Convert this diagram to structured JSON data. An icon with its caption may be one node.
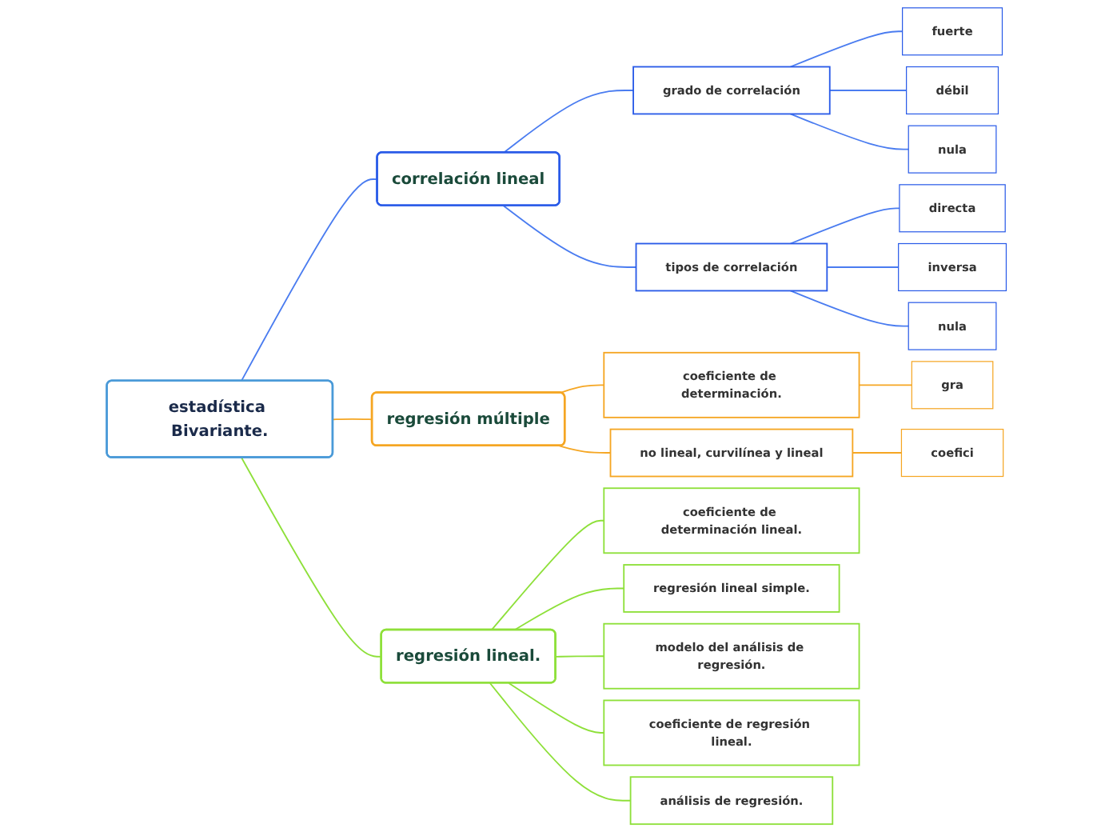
{
  "diagram": {
    "nodes": [
      {
        "text": [
          "estadística Bivariante."
        ]
      },
      {
        "text": [
          "correlación lineal"
        ]
      },
      {
        "text": [
          "grado de correlación"
        ]
      },
      {
        "text": [
          "fuerte"
        ]
      },
      {
        "text": [
          "débil"
        ]
      },
      {
        "text": [
          "nula"
        ]
      },
      {
        "text": [
          "tipos de correlación"
        ]
      },
      {
        "text": [
          "directa"
        ]
      },
      {
        "text": [
          "inversa"
        ]
      },
      {
        "text": [
          "nula"
        ]
      },
      {
        "text": [
          "regresión múltiple"
        ]
      },
      {
        "text": [
          "coeficiente de determinación."
        ]
      },
      {
        "text": [
          "gra"
        ]
      },
      {
        "text": [
          "no lineal, curvilínea y lineal"
        ]
      },
      {
        "text": [
          "coefici"
        ]
      },
      {
        "text": [
          "regresión lineal."
        ]
      },
      {
        "text": [
          "coeficiente de determinación lineal."
        ]
      },
      {
        "text": [
          "regresión lineal simple."
        ]
      },
      {
        "text": [
          "modelo del análisis de regresión."
        ]
      },
      {
        "text": [
          "coeficiente de regresión lineal."
        ]
      },
      {
        "text": [
          "análisis de regresión."
        ]
      }
    ],
    "edges": [
      {
        "from": 0,
        "to": 1,
        "arrow": "none"
      },
      {
        "from": 1,
        "to": 2,
        "arrow": "none"
      },
      {
        "from": 2,
        "to": 3,
        "arrow": "none"
      },
      {
        "from": 2,
        "to": 4,
        "arrow": "none"
      },
      {
        "from": 2,
        "to": 5,
        "arrow": "none"
      },
      {
        "from": 1,
        "to": 6,
        "arrow": "none"
      },
      {
        "from": 6,
        "to": 7,
        "arrow": "none"
      },
      {
        "from": 6,
        "to": 8,
        "arrow": "none"
      },
      {
        "from": 6,
        "to": 9,
        "arrow": "none"
      },
      {
        "from": 0,
        "to": 10,
        "arrow": "none",
        "color": "#f5a623"
      },
      {
        "from": 10,
        "to": 11,
        "arrow": "none",
        "color": "#f5a623"
      },
      {
        "from": 11,
        "to": 12,
        "arrow": "none",
        "color": "#f5a623"
      },
      {
        "from": 10,
        "to": 13,
        "arrow": "none",
        "color": "#f5a623"
      },
      {
        "from": 13,
        "to": 14,
        "arrow": "none",
        "color": "#f5a623"
      },
      {
        "from": 0,
        "to": 15,
        "arrow": "none",
        "color": "#8ee03a"
      },
      {
        "from": 15,
        "to": 16,
        "arrow": "none",
        "color": "#8ee03a"
      },
      {
        "from": 15,
        "to": 17,
        "arrow": "none",
        "color": "#8ee03a"
      },
      {
        "from": 15,
        "to": 18,
        "arrow": "none",
        "color": "#8ee03a"
      },
      {
        "from": 15,
        "to": 19,
        "arrow": "none",
        "color": "#8ee03a"
      },
      {
        "from": 15,
        "to": 20,
        "arrow": "none",
        "color": "#8ee03a"
      }
    ]
  }
}
